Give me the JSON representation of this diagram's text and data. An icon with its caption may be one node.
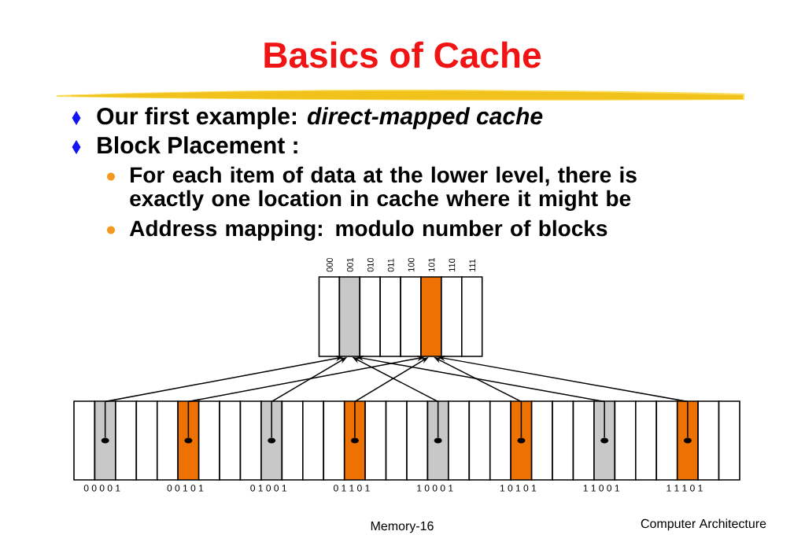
{
  "diagram": {
    "title": "Basics of Cache",
    "nodes": [
      {
        "text": [
          "000"
        ]
      },
      {
        "text": [
          "001"
        ]
      },
      {
        "text": [
          "010"
        ]
      },
      {
        "text": [
          "011"
        ]
      },
      {
        "text": [
          "100"
        ]
      },
      {
        "text": [
          "101"
        ]
      },
      {
        "text": [
          "110"
        ]
      },
      {
        "text": [
          "111"
        ]
      },
      {
        "text": [],
        "shape": "box"
      },
      {
        "text": [
          "0 0 0 0 1"
        ]
      },
      {
        "text": [],
        "shape": "circle",
        "in": 9
      },
      {
        "text": [],
        "shape": "box"
      },
      {
        "text": [],
        "shape": "box"
      },
      {
        "text": [],
        "shape": "box"
      },
      {
        "text": [
          "0 0 1 0 1"
        ]
      },
      {
        "text": [],
        "shape": "circle",
        "in": 14
      },
      {
        "text": [],
        "shape": "box"
      },
      {
        "text": [],
        "shape": "box"
      },
      {
        "text": [],
        "shape": "box"
      },
      {
        "text": [
          "0 1 0 0 1"
        ]
      },
      {
        "text": [],
        "shape": "circle",
        "in": 19
      },
      {
        "text": [],
        "shape": "box"
      },
      {
        "text": [],
        "shape": "box"
      },
      {
        "text": [],
        "shape": "box"
      },
      {
        "text": [
          "0 1 1 0 1"
        ]
      },
      {
        "text": [],
        "shape": "circle",
        "in": 24
      },
      {
        "text": [],
        "shape": "box"
      },
      {
        "text": [],
        "shape": "box"
      },
      {
        "text": [],
        "shape": "box"
      },
      {
        "text": [
          "1 0 0 0 1"
        ]
      },
      {
        "text": [],
        "shape": "circle",
        "in": 29
      },
      {
        "text": [],
        "shape": "box"
      },
      {
        "text": [],
        "shape": "box"
      },
      {
        "text": [],
        "shape": "box"
      },
      {
        "text": [
          "1 0 1 0 1"
        ]
      },
      {
        "text": [],
        "shape": "circle",
        "in": 34
      },
      {
        "text": [],
        "shape": "box"
      },
      {
        "text": [],
        "shape": "box"
      },
      {
        "text": [],
        "shape": "box"
      },
      {
        "text": [
          "1 1 0 0 1"
        ]
      },
      {
        "text": [],
        "shape": "circle",
        "in": 39
      },
      {
        "text": [],
        "shape": "box"
      },
      {
        "text": [],
        "shape": "box"
      },
      {
        "text": [],
        "shape": "box"
      },
      {
        "text": [
          "1 1 1 0 1"
        ]
      },
      {
        "text": [],
        "shape": "circle",
        "in": 44
      },
      {
        "text": [],
        "shape": "box"
      },
      {
        "text": [],
        "shape": "box"
      }
    ],
    "edges": [
      {
        "from": 10,
        "to": 1,
        "arrow": "to"
      },
      {
        "from": 15,
        "to": 5,
        "arrow": "to"
      },
      {
        "from": 20,
        "to": 1,
        "arrow": "to"
      },
      {
        "from": 25,
        "to": 5,
        "arrow": "to"
      },
      {
        "from": 30,
        "to": 1,
        "arrow": "to"
      },
      {
        "from": 35,
        "to": 5,
        "arrow": "to"
      },
      {
        "from": 40,
        "to": 1,
        "arrow": "to"
      },
      {
        "from": 45,
        "to": 5,
        "arrow": "to"
      }
    ],
    "labels": [
      "Our first example: *direct-mapped cache*",
      "Block Placement :",
      "For each item of data at the lower level, there is exactly one location in cache where it might be",
      "Address mapping: modulo number of blocks",
      "Memory-16",
      "Computer Architecture"
    ]
  }
}
